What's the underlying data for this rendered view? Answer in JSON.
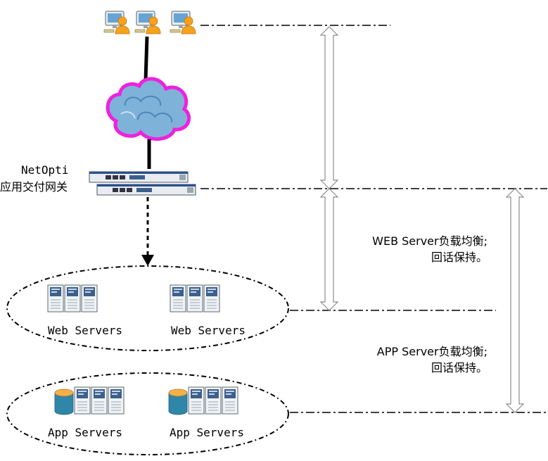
{
  "gateway": {
    "name": "NetOpti",
    "subtitle": "应用交付网关"
  },
  "web_tier": {
    "groups": [
      {
        "label": "Web Servers"
      },
      {
        "label": "Web Servers"
      }
    ],
    "annotation": {
      "line1": "WEB Server负载均衡;",
      "line2": "回话保持。"
    }
  },
  "app_tier": {
    "groups": [
      {
        "label": "App Servers"
      },
      {
        "label": "App Servers"
      }
    ],
    "annotation": {
      "line1": "APP Server负载均衡;",
      "line2": "回话保持。"
    }
  },
  "colors": {
    "cloud_outline": "#ee22dd",
    "cloud_fill": "#7fb2d8",
    "user_figure": "#f7a21b",
    "server_panel": "#3c5f8d",
    "disk_top": "#f5b04a",
    "disk_body": "#2f86a8"
  }
}
